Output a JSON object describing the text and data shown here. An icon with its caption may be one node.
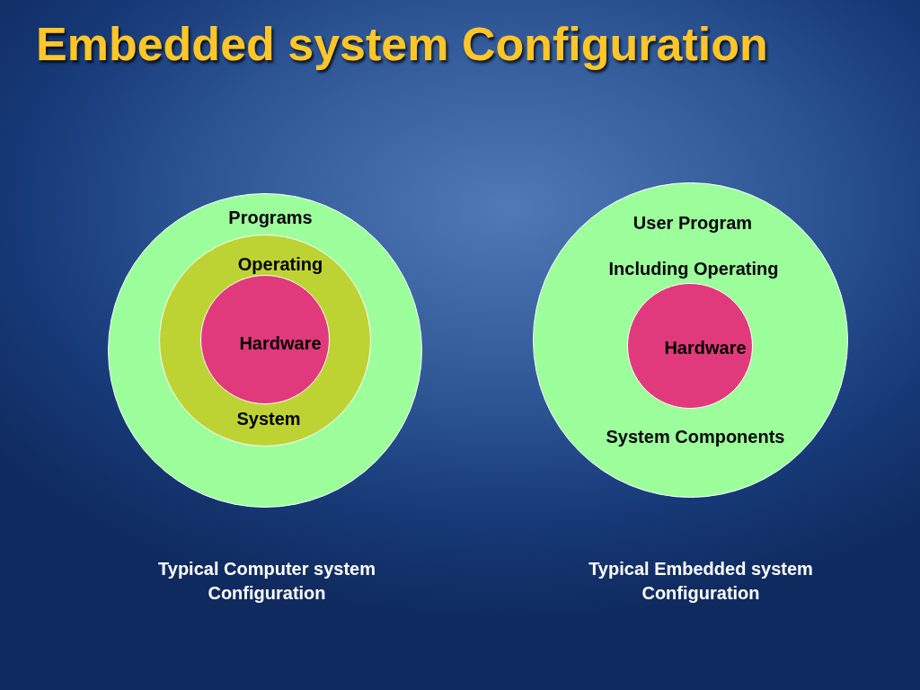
{
  "diagram": {
    "title": "Embedded system Configuration",
    "nodes": [
      {
        "text": [
          "Programs"
        ],
        "beside": [
          "Typical Computer system Configuration"
        ]
      },
      {
        "text": [
          "Operating",
          "System"
        ],
        "in": 0
      },
      {
        "text": [
          "Hardware"
        ],
        "in": 1
      },
      {
        "text": [
          "User Program",
          "Including Operating",
          "System Components"
        ],
        "beside": [
          "Typical Embedded system Configuration"
        ]
      },
      {
        "text": [
          "Hardware"
        ],
        "in": 3
      }
    ]
  }
}
